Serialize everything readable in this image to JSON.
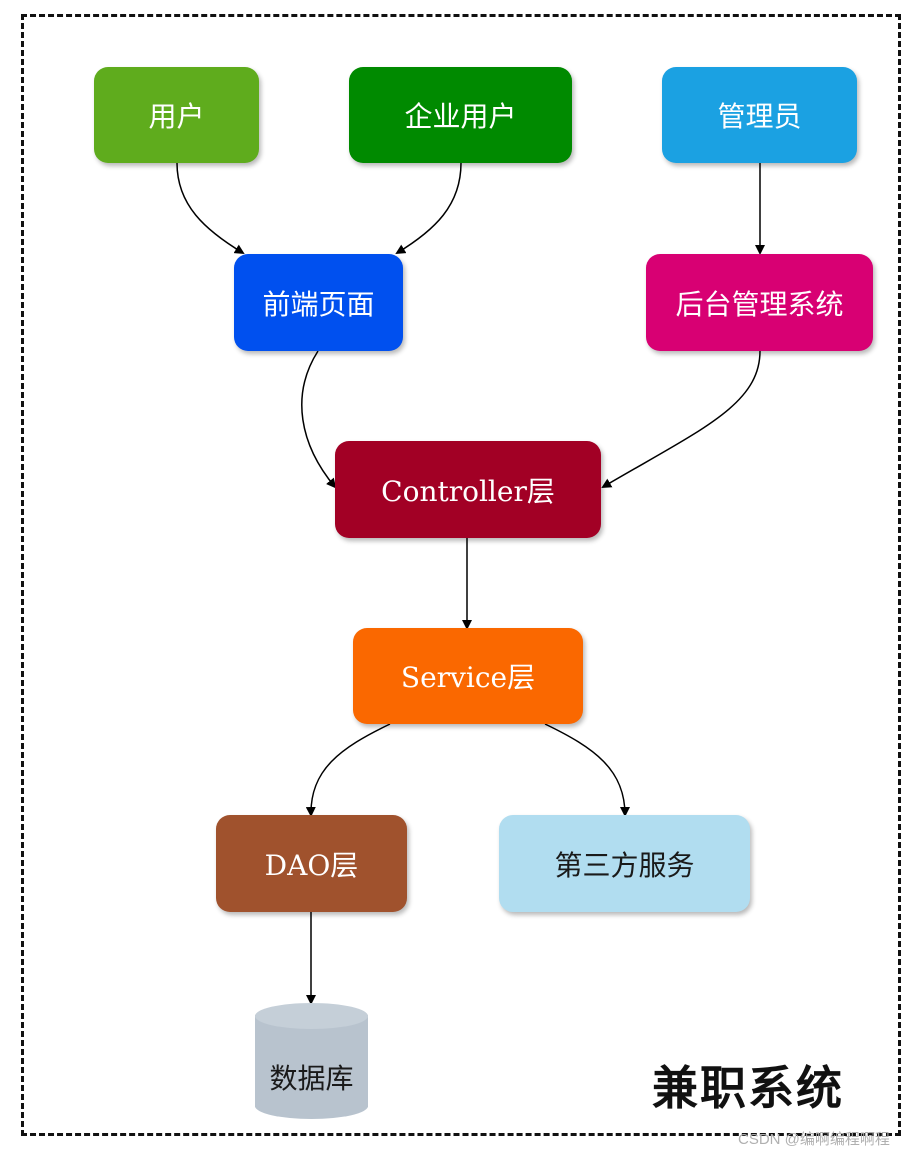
{
  "nodes": {
    "user": {
      "label": "用户",
      "color": "#5fac1d"
    },
    "enterprise_user": {
      "label": "企业用户",
      "color": "#008a00"
    },
    "admin": {
      "label": "管理员",
      "color": "#1ba1e2"
    },
    "frontend": {
      "label": "前端页面",
      "color": "#0050ef"
    },
    "backend": {
      "label": "后台管理系统",
      "color": "#d80073"
    },
    "controller": {
      "label": "Controller层",
      "color": "#a20025"
    },
    "service": {
      "label": "Service层",
      "color": "#fa6800"
    },
    "dao": {
      "label": "DAO层",
      "color": "#a0522d"
    },
    "third_party": {
      "label": "第三方服务",
      "color": "#b1ddf0"
    },
    "database": {
      "label": "数据库",
      "color": "#b8c3ce"
    }
  },
  "edges": [
    {
      "from": "user",
      "to": "frontend"
    },
    {
      "from": "enterprise_user",
      "to": "frontend"
    },
    {
      "from": "admin",
      "to": "backend"
    },
    {
      "from": "frontend",
      "to": "controller"
    },
    {
      "from": "backend",
      "to": "controller"
    },
    {
      "from": "controller",
      "to": "service"
    },
    {
      "from": "service",
      "to": "dao"
    },
    {
      "from": "service",
      "to": "third_party"
    },
    {
      "from": "dao",
      "to": "database"
    }
  ],
  "system_title": "兼职系统",
  "watermark": "CSDN @编啊编程啊程"
}
